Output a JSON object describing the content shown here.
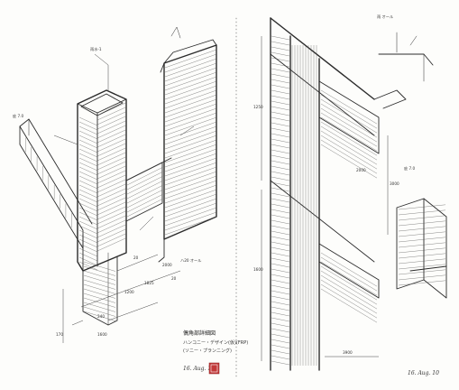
{
  "left_drawing": {
    "caption_title": "偶角部詳細図",
    "caption_lines": [
      "ハンコニー・デザイン(仮)(FRP)",
      "(ソニー・プランニング)"
    ],
    "date": "16. Aug. 10",
    "dimensions": [
      "240",
      "1200",
      "1825",
      "2000",
      "170",
      "20",
      "20",
      "1600"
    ],
    "notes": [
      "雨水-1",
      "ハ20 オール",
      "庇 7.0"
    ]
  },
  "right_drawing": {
    "dimensions": [
      "1250",
      "1600",
      "3000",
      "3900",
      "2000"
    ],
    "notes": [
      "雨 オール",
      "庇 7.0"
    ],
    "date": "16. Aug. 10"
  }
}
